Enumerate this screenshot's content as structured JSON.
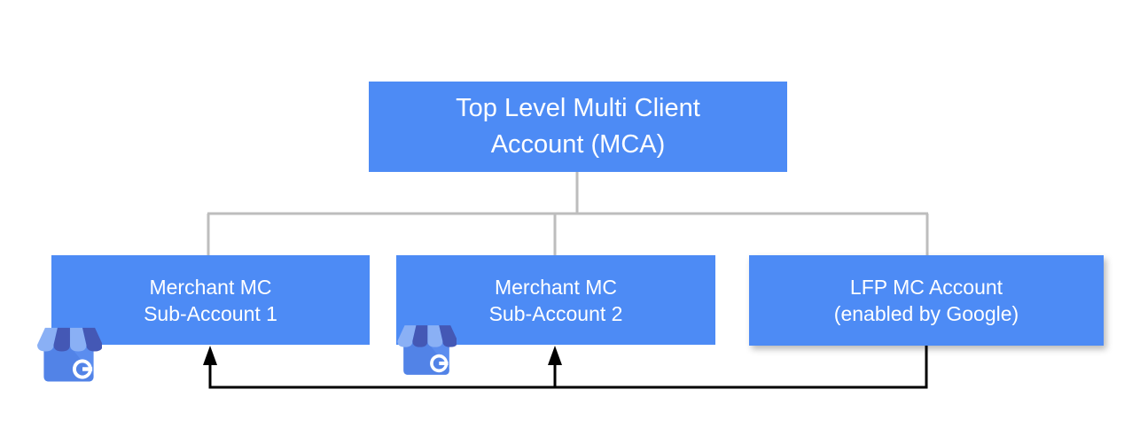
{
  "diagram": {
    "title_hidden": "",
    "palette": {
      "node_fill": "#4d8bf5",
      "node_text": "#ffffff",
      "connector_line": "#bdbdbd",
      "arrow_line": "#000000",
      "background": "#ffffff"
    },
    "nodes": [
      {
        "id": "root",
        "label": "Top Level Multi Client\nAccount (MCA)",
        "line1": "Top Level Multi Client",
        "line2": "Account (MCA)"
      },
      {
        "id": "sub1",
        "label": "Merchant MC\nSub-Account 1",
        "line1": "Merchant MC",
        "line2": "Sub-Account 1"
      },
      {
        "id": "sub2",
        "label": "Merchant MC\nSub-Account 2",
        "line1": "Merchant MC",
        "line2": "Sub-Account 2"
      },
      {
        "id": "lfp",
        "label": "LFP MC Account\n(enabled by Google)",
        "line1": "LFP MC Account",
        "line2": "(enabled by Google)"
      }
    ],
    "icons": [
      {
        "id": "gbp-1",
        "name": "google-business-profile-icon",
        "attached_to": "sub1"
      },
      {
        "id": "gbp-2",
        "name": "google-business-profile-icon",
        "attached_to": "sub2"
      }
    ],
    "edges": [
      {
        "from": "root",
        "to": "sub1",
        "style": "orthogonal",
        "color": "#bdbdbd",
        "arrow": false
      },
      {
        "from": "root",
        "to": "sub2",
        "style": "orthogonal",
        "color": "#bdbdbd",
        "arrow": false
      },
      {
        "from": "root",
        "to": "lfp",
        "style": "orthogonal",
        "color": "#bdbdbd",
        "arrow": false
      },
      {
        "from": "lfp",
        "to": "sub1",
        "style": "orthogonal",
        "color": "#000000",
        "arrow": true
      },
      {
        "from": "lfp",
        "to": "sub2",
        "style": "orthogonal",
        "color": "#000000",
        "arrow": true
      }
    ]
  }
}
